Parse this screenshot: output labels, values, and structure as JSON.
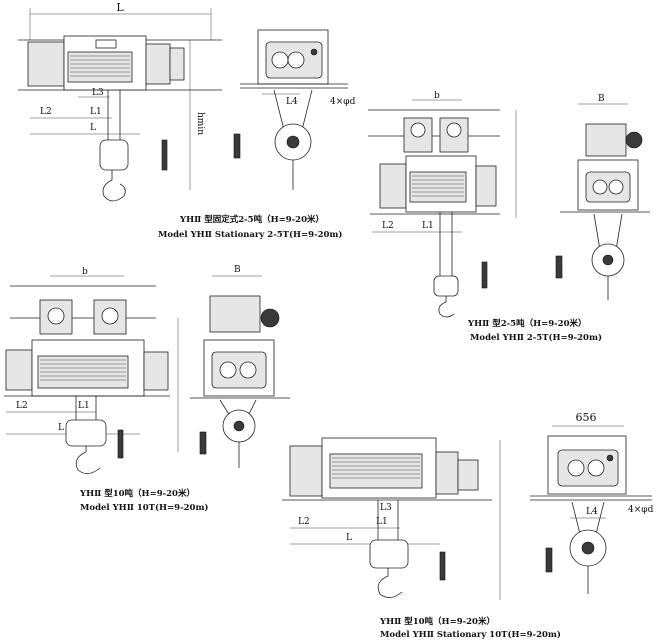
{
  "captions": {
    "fig1_cn": "YHⅡ 型固定式2-5吨（H=9-20米）",
    "fig1_en": "Model YHⅡ Stationary 2-5T(H=9-20m)",
    "fig2_cn": "YHⅡ 型2-5吨（H=9-20米）",
    "fig2_en": "Model YHⅡ 2-5T(H=9-20m)",
    "fig3_cn": "YHⅡ 型10吨（H=9-20米）",
    "fig3_en": "Model YHⅡ 10T(H=9-20m)",
    "fig4_cn": "YHⅡ 型10吨（H=9-20米）",
    "fig4_en": "Model YHⅡ Stationary 10T(H=9-20m)"
  },
  "dims": {
    "L": "L",
    "L1": "L1",
    "L2": "L2",
    "L3": "L3",
    "L4": "L4",
    "b": "b",
    "B": "B",
    "bolts": "4×φd",
    "width_656": "656",
    "hmin": "hmin"
  }
}
